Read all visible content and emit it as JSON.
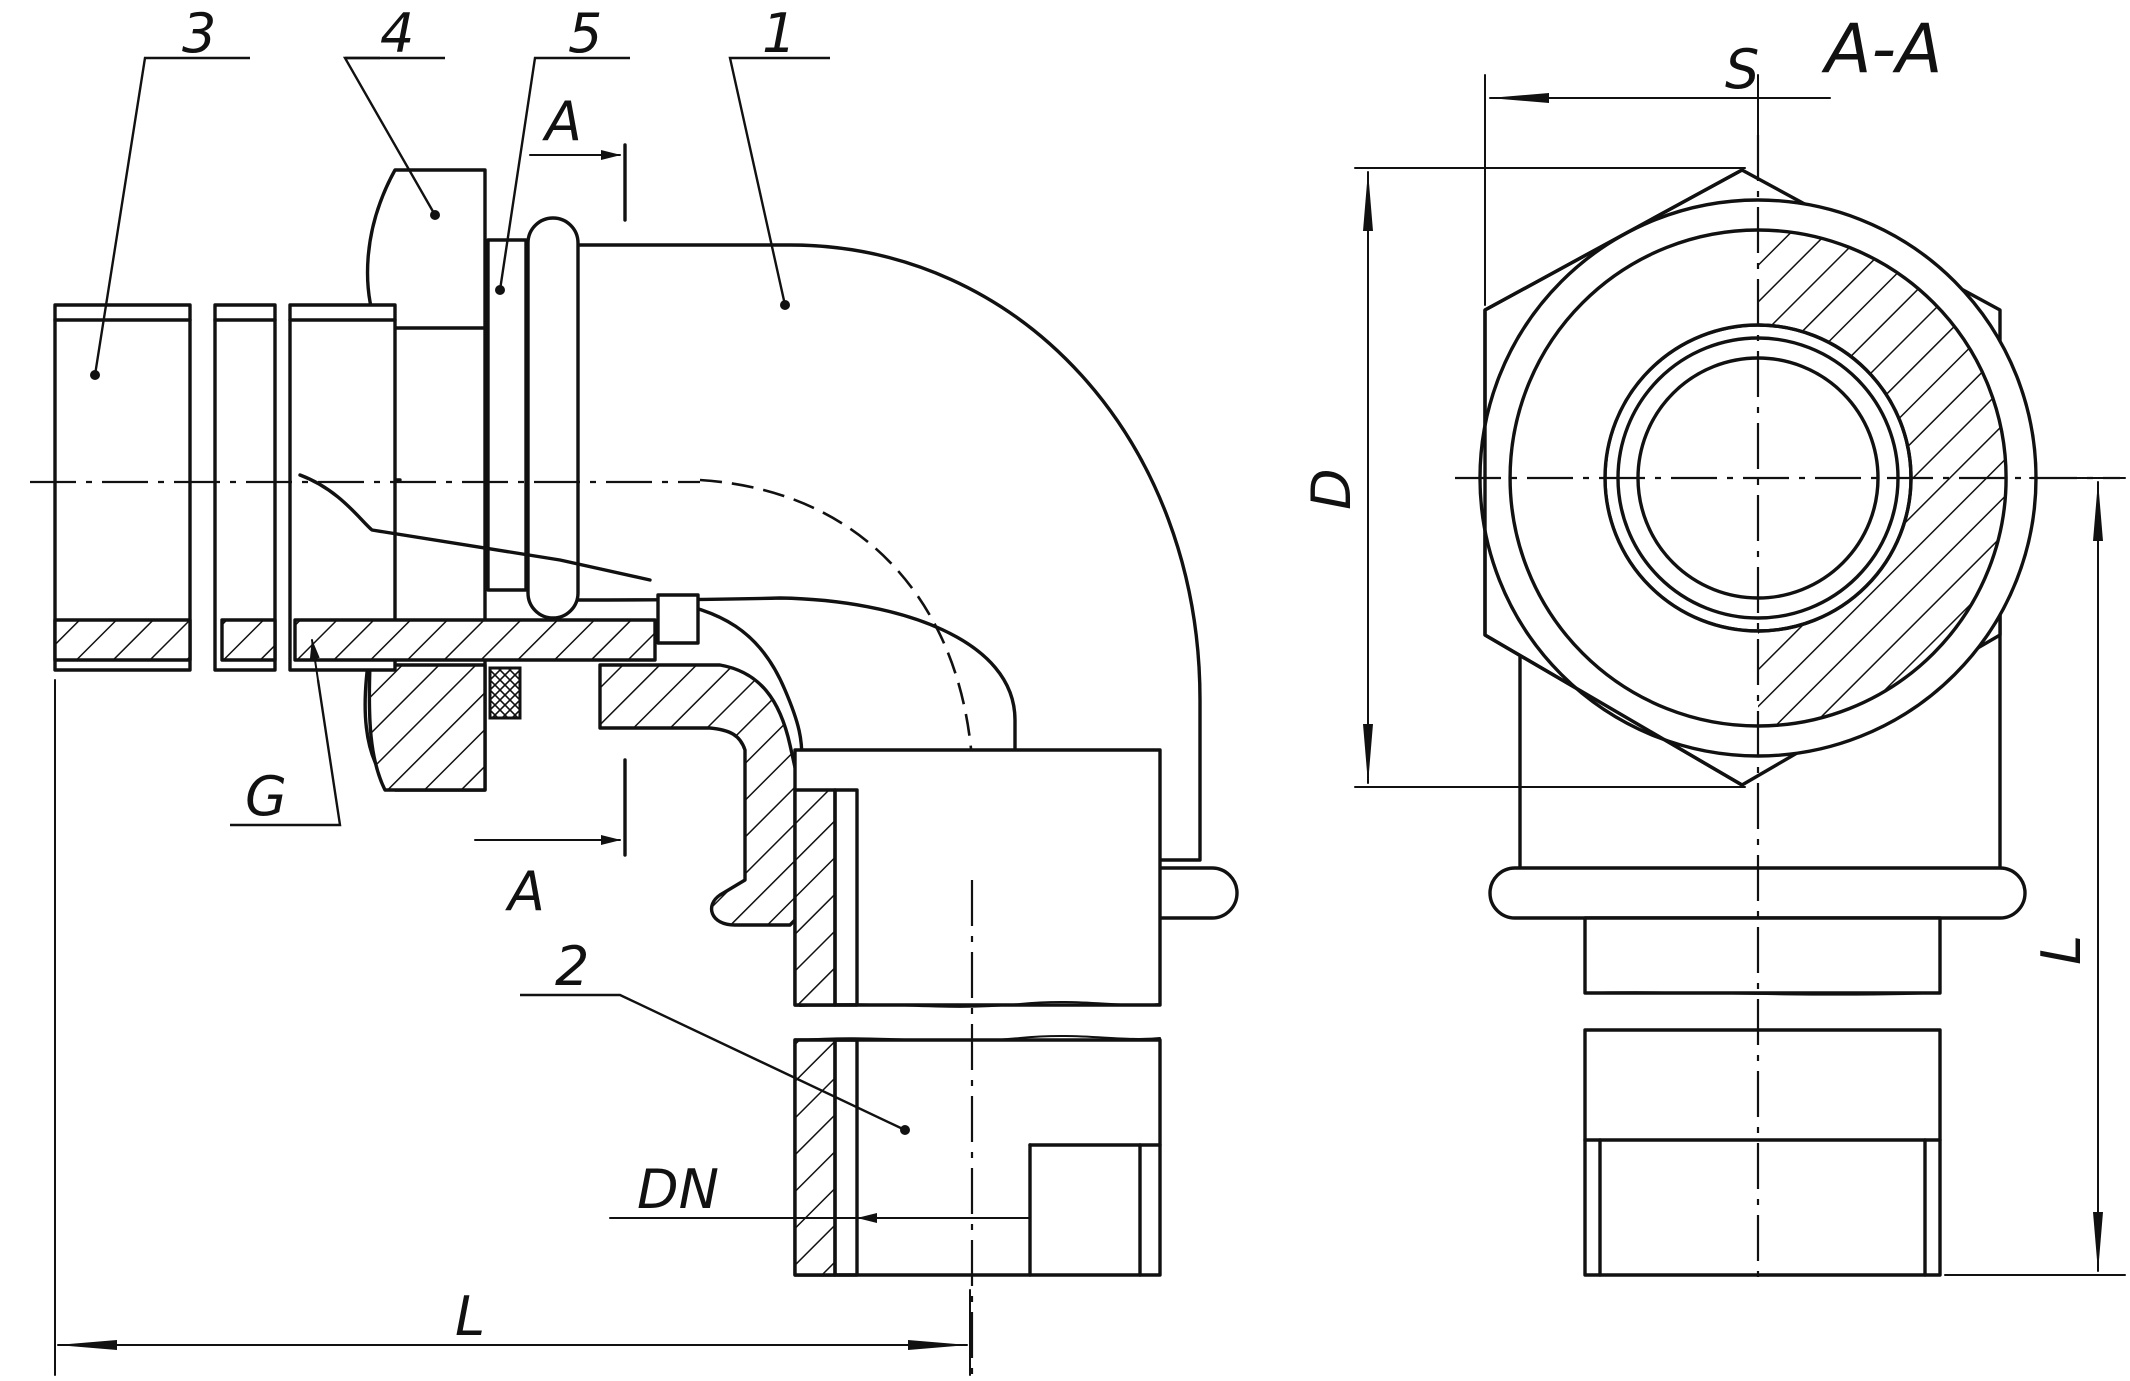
{
  "labels": {
    "part_1": "1",
    "part_2": "2",
    "part_3": "3",
    "part_4": "4",
    "part_5": "5",
    "section_mark_top": "A",
    "section_mark_bottom": "A",
    "thread": "G",
    "nominal_diameter": "DN",
    "length_horizontal": "L",
    "length_vertical": "L",
    "wrench_size": "S",
    "outer_diameter": "D",
    "section_title": "A-A"
  }
}
